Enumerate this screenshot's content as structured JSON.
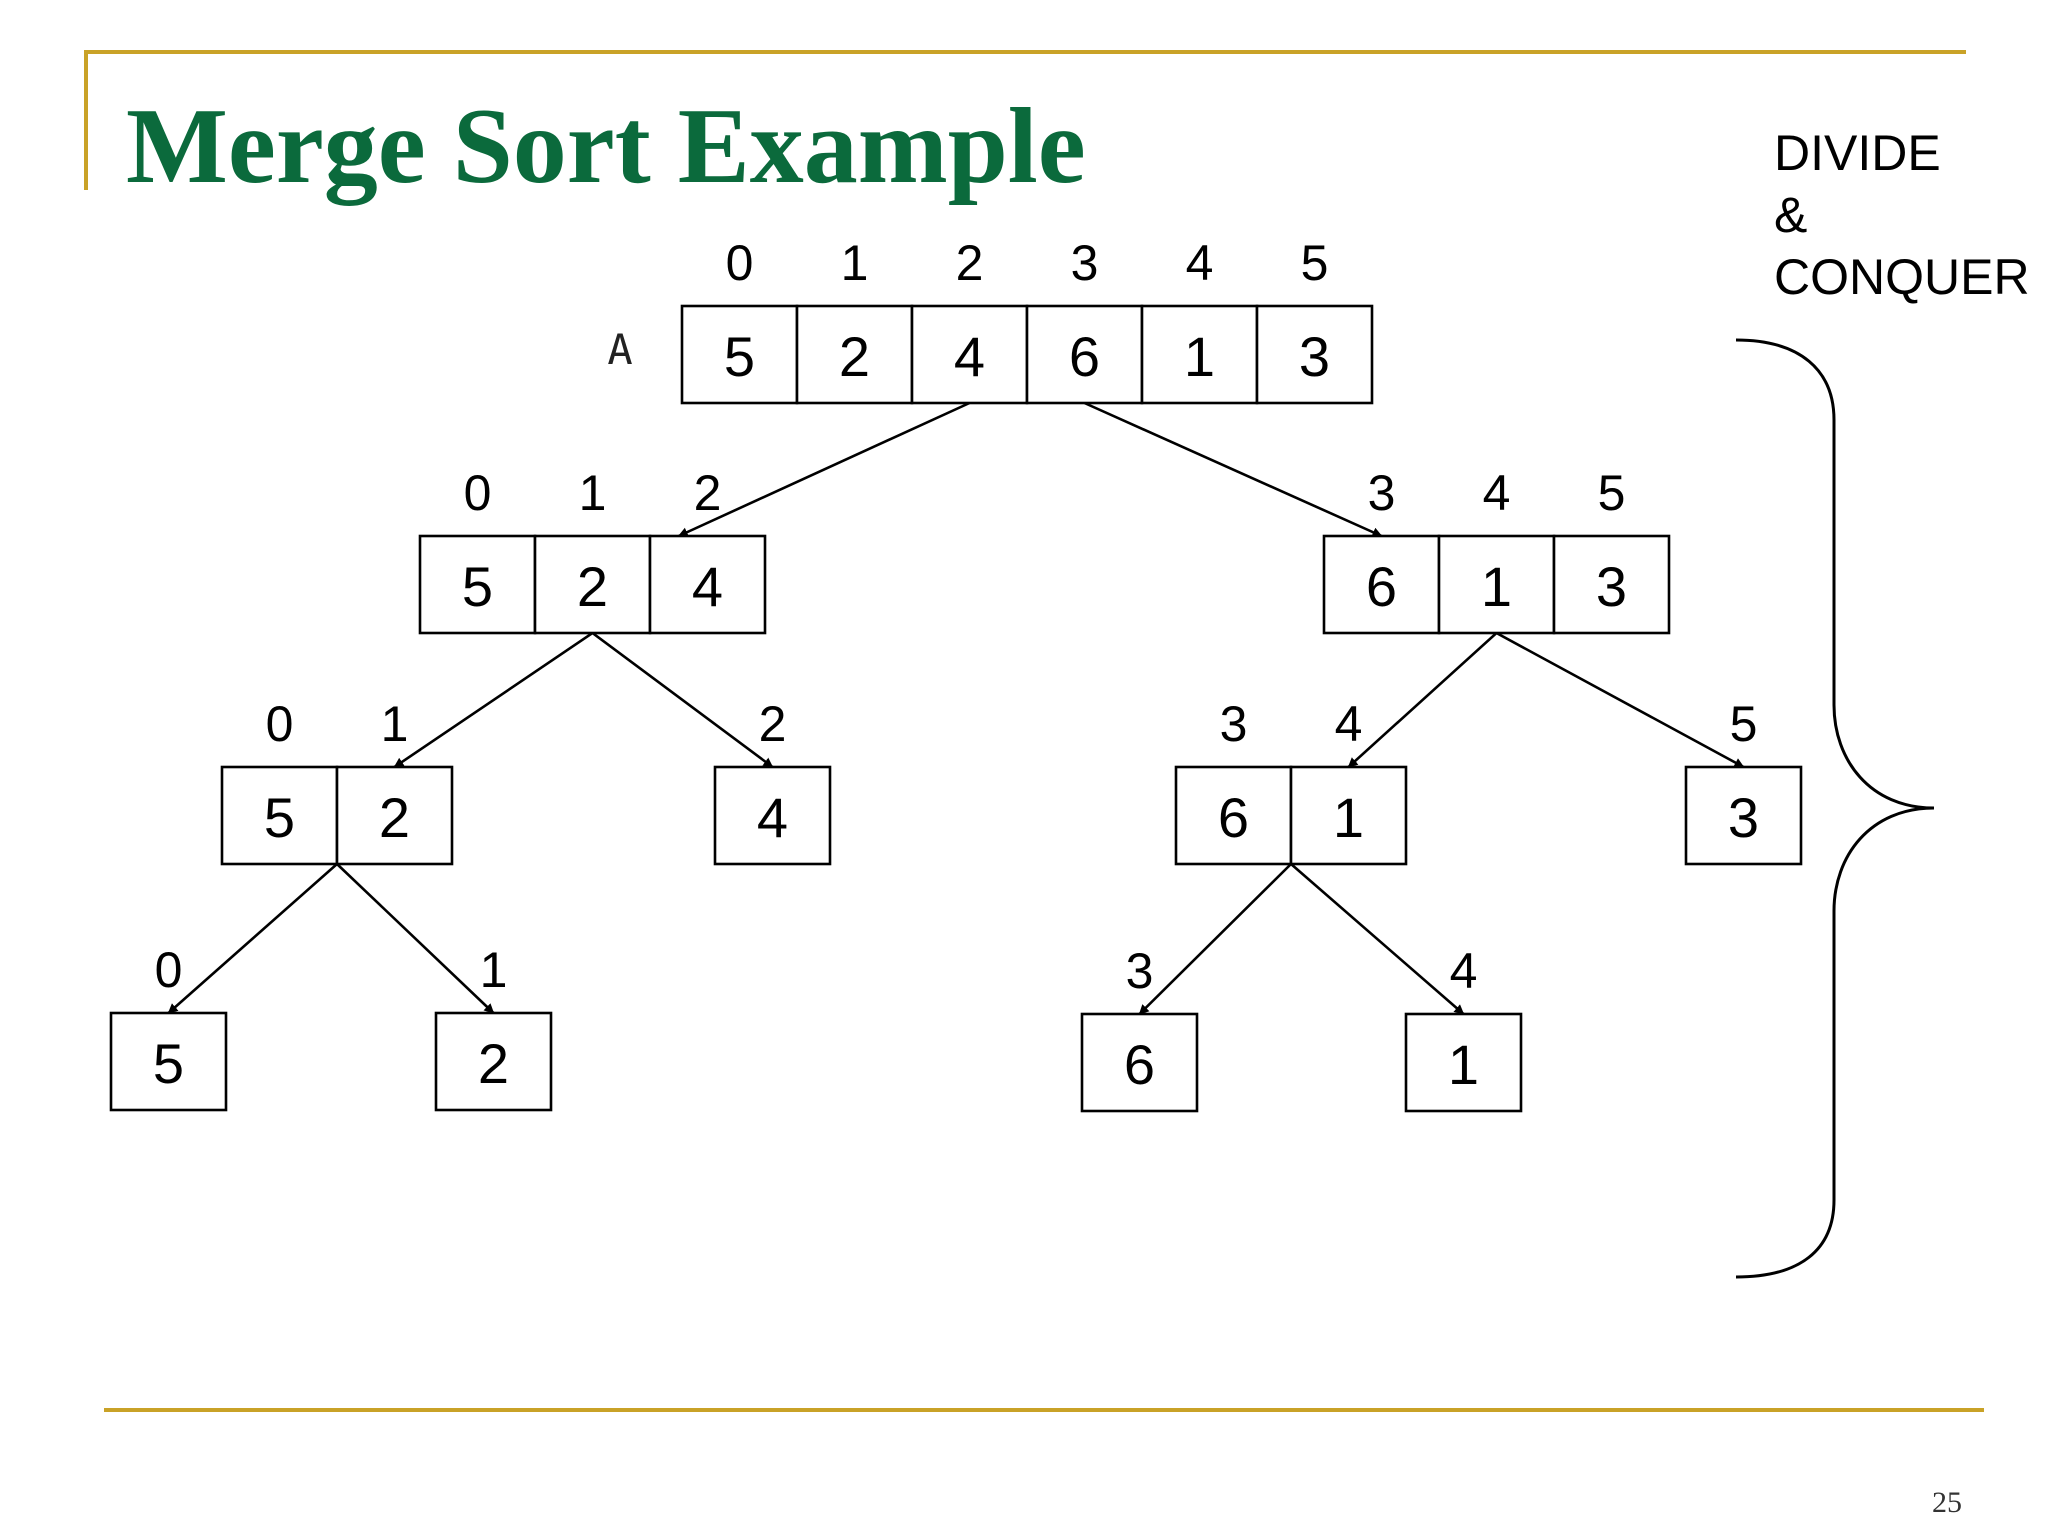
{
  "slide": {
    "title": "Merge Sort Example",
    "array_name": "A",
    "annotation": [
      "DIVIDE",
      "&",
      "CONQUER"
    ],
    "page_number": "25",
    "accent_color": "#c9a227",
    "title_color": "#0b6a3c"
  },
  "tree": {
    "id": "root",
    "indices": [
      "0",
      "1",
      "2",
      "3",
      "4",
      "5"
    ],
    "values": [
      "5",
      "2",
      "4",
      "6",
      "1",
      "3"
    ],
    "children": [
      {
        "id": "l",
        "indices": [
          "0",
          "1",
          "2"
        ],
        "values": [
          "5",
          "2",
          "4"
        ],
        "children": [
          {
            "id": "ll",
            "indices": [
              "0",
              "1"
            ],
            "values": [
              "5",
              "2"
            ],
            "children": [
              {
                "id": "lll",
                "indices": [
                  "0"
                ],
                "values": [
                  "5"
                ],
                "children": []
              },
              {
                "id": "llr",
                "indices": [
                  "1"
                ],
                "values": [
                  "2"
                ],
                "children": []
              }
            ]
          },
          {
            "id": "lr",
            "indices": [
              "2"
            ],
            "values": [
              "4"
            ],
            "children": []
          }
        ]
      },
      {
        "id": "r",
        "indices": [
          "3",
          "4",
          "5"
        ],
        "values": [
          "6",
          "1",
          "3"
        ],
        "children": [
          {
            "id": "rl",
            "indices": [
              "3",
              "4"
            ],
            "values": [
              "6",
              "1"
            ],
            "children": [
              {
                "id": "rll",
                "indices": [
                  "3"
                ],
                "values": [
                  "6"
                ],
                "children": []
              },
              {
                "id": "rlr",
                "indices": [
                  "4"
                ],
                "values": [
                  "1"
                ],
                "children": []
              }
            ]
          },
          {
            "id": "rr",
            "indices": [
              "5"
            ],
            "values": [
              "3"
            ],
            "children": []
          }
        ]
      }
    ]
  }
}
